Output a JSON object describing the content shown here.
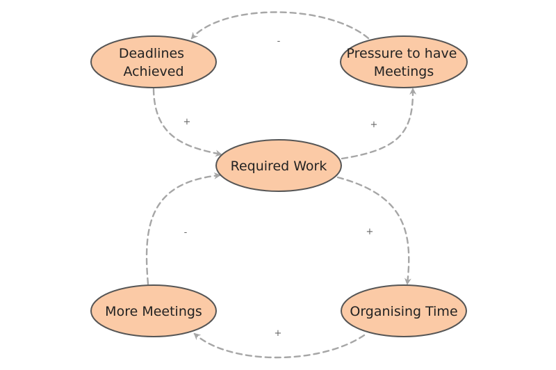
{
  "colors": {
    "node_fill": "#fbcaa6",
    "node_stroke": "#555555",
    "edge_stroke": "#a6a6a6",
    "sign_text": "#666666"
  },
  "nodes": {
    "deadlines": {
      "lines": [
        "Deadlines",
        "Achieved"
      ]
    },
    "pressure": {
      "lines": [
        "Pressure to have",
        "Meetings"
      ]
    },
    "required": {
      "lines": [
        "Required Work"
      ]
    },
    "meetings": {
      "lines": [
        "More Meetings"
      ]
    },
    "organising": {
      "lines": [
        "Organising Time"
      ]
    }
  },
  "edges": {
    "pressure_to_deadlines": {
      "from": "Pressure to have Meetings",
      "to": "Deadlines Achieved",
      "sign": "-"
    },
    "deadlines_to_required": {
      "from": "Deadlines Achieved",
      "to": "Required Work",
      "sign": "+"
    },
    "required_to_pressure": {
      "from": "Required Work",
      "to": "Pressure to have Meetings",
      "sign": "+"
    },
    "required_to_organising": {
      "from": "Required Work",
      "to": "Organising Time",
      "sign": "+"
    },
    "organising_to_meetings": {
      "from": "Organising Time",
      "to": "More Meetings",
      "sign": "+"
    },
    "meetings_to_required": {
      "from": "More Meetings",
      "to": "Required Work",
      "sign": "-"
    }
  }
}
